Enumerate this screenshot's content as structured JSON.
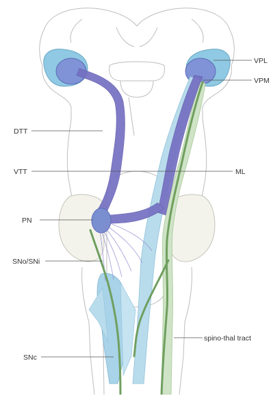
{
  "labels": {
    "vpl": "VPL",
    "vpm": "VPM",
    "dtt": "DTT",
    "vtt": "VTT",
    "ml": "ML",
    "pn": "PN",
    "sno_sni": "SNo/SNi",
    "snc": "SNc",
    "spino_thal": "spino-thal tract"
  },
  "colors": {
    "outline": "#b8b8b8",
    "thalamus": "#8fc9e3",
    "purple_tract": "#7570c2",
    "light_blue_tract": "#b9dcec",
    "green_tract": "#7aa86a",
    "light_green": "#cfe3c6",
    "pons_fill": "#f3f3ec"
  }
}
